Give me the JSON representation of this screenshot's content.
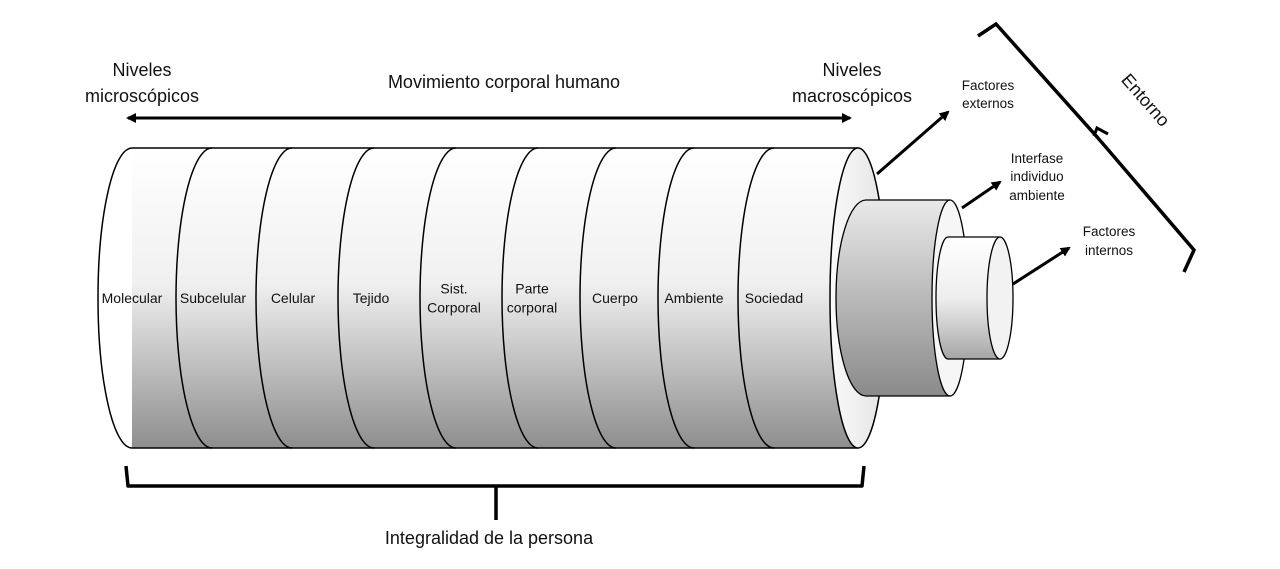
{
  "header": {
    "micro": [
      "Niveles",
      "microscópicos"
    ],
    "title": "Movimiento corporal humano",
    "macro": [
      "Niveles",
      "macroscópicos"
    ]
  },
  "levels": [
    {
      "id": "molecular",
      "lines": [
        "Molecular"
      ]
    },
    {
      "id": "subcelular",
      "lines": [
        "Subcelular"
      ]
    },
    {
      "id": "celular",
      "lines": [
        "Celular"
      ]
    },
    {
      "id": "tejido",
      "lines": [
        "Tejido"
      ]
    },
    {
      "id": "sist-corporal",
      "lines": [
        "Sist.",
        "Corporal"
      ]
    },
    {
      "id": "parte-corporal",
      "lines": [
        "Parte",
        "corporal"
      ]
    },
    {
      "id": "cuerpo",
      "lines": [
        "Cuerpo"
      ]
    },
    {
      "id": "ambiente",
      "lines": [
        "Ambiente"
      ]
    },
    {
      "id": "sociedad",
      "lines": [
        "Sociedad"
      ]
    }
  ],
  "factors": {
    "externos": [
      "Factores",
      "externos"
    ],
    "interfase": [
      "Interfase",
      "individuo",
      "ambiente"
    ],
    "internos": [
      "Factores",
      "internos"
    ]
  },
  "entorno": "Entorno",
  "footer": "Integralidad de la persona"
}
